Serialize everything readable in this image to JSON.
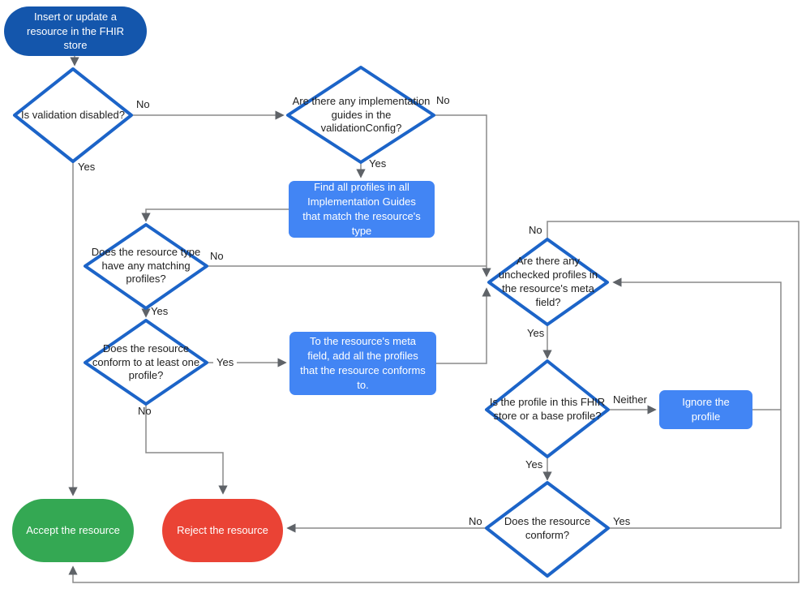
{
  "nodes": {
    "start": {
      "label": "Insert or update a resource in the FHIR store",
      "type": "start"
    },
    "is_validation_disabled": {
      "label": "Is validation disabled?",
      "type": "decision"
    },
    "implementation_guides": {
      "label": "Are there any implementation guides in the validationConfig?",
      "type": "decision"
    },
    "find_profiles": {
      "label": "Find all profiles in all Implementation Guides that match the resource's type",
      "type": "process"
    },
    "matching_profiles": {
      "label": "Does the resource type have any matching profiles?",
      "type": "decision"
    },
    "conform_one_profile": {
      "label": "Does the resource conform to at least one profile?",
      "type": "decision"
    },
    "add_profiles_to_meta": {
      "label": "To the resource's meta field, add all the profiles that the resource conforms to.",
      "type": "process"
    },
    "unchecked_profiles": {
      "label": "Are there any unchecked profiles in the resource's meta field?",
      "type": "decision"
    },
    "profile_in_store": {
      "label": "Is the profile in this FHIR store or a base profile?",
      "type": "decision"
    },
    "ignore_profile": {
      "label": "Ignore the profile",
      "type": "process"
    },
    "resource_conform": {
      "label": "Does the resource conform?",
      "type": "decision"
    },
    "accept": {
      "label": "Accept the resource",
      "type": "terminal"
    },
    "reject": {
      "label": "Reject the resource",
      "type": "terminal"
    }
  },
  "edge_labels": {
    "validation_disabled_no": "No",
    "validation_disabled_yes": "Yes",
    "implementation_guides_no": "No",
    "implementation_guides_yes": "Yes",
    "matching_profiles_no": "No",
    "matching_profiles_yes": "Yes",
    "conform_one_yes": "Yes",
    "conform_one_no": "No",
    "unchecked_profiles_no": "No",
    "unchecked_profiles_yes": "Yes",
    "profile_in_store_neither": "Neither",
    "profile_in_store_yes": "Yes",
    "resource_conform_no": "No",
    "resource_conform_yes": "Yes"
  },
  "colors": {
    "start_node": "#1456AC",
    "process_node": "#4285F4",
    "accept_node": "#34A853",
    "reject_node": "#EA4335",
    "decision_border": "#1C64C8",
    "connector": "#8A8A8A",
    "arrowhead": "#5F6368",
    "decision_text": "#212121",
    "node_text": "#FFFFFF",
    "background": "#FFFFFF"
  }
}
